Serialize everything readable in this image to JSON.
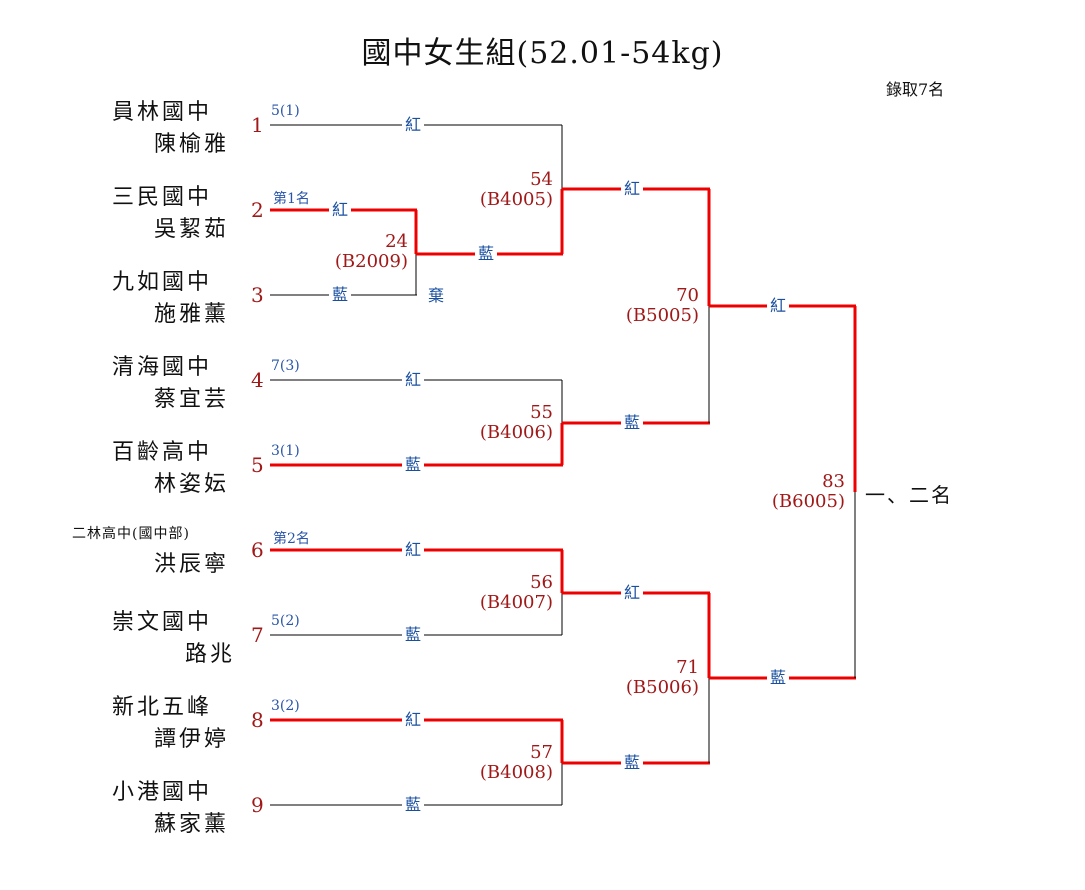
{
  "title": "國中女生組(52.01-54kg)",
  "note": "錄取7名",
  "competitors": [
    {
      "seed": "1",
      "school": "員林國中",
      "name": "陳榆雅",
      "result": "5(1)"
    },
    {
      "seed": "2",
      "school": "三民國中",
      "name": "吳絜茹",
      "result": "第1名"
    },
    {
      "seed": "3",
      "school": "九如國中",
      "name": "施雅薰",
      "result": ""
    },
    {
      "seed": "4",
      "school": "清海國中",
      "name": "蔡宜芸",
      "result": "7(3)"
    },
    {
      "seed": "5",
      "school": "百齡高中",
      "name": "林姿妘",
      "result": "3(1)"
    },
    {
      "seed": "6",
      "school": "二林高中(國中部)",
      "name": "洪辰寧",
      "result": "第2名"
    },
    {
      "seed": "7",
      "school": "崇文國中",
      "name": "路兆",
      "result": "5(2)"
    },
    {
      "seed": "8",
      "school": "新北五峰",
      "name": "譚伊婷",
      "result": "3(2)"
    },
    {
      "seed": "9",
      "school": "小港國中",
      "name": "蘇家薰",
      "result": ""
    }
  ],
  "corners": {
    "red": "紅",
    "blue": "藍",
    "forfeit": "棄"
  },
  "matches": [
    {
      "number": "24",
      "code": "(B2009)"
    },
    {
      "number": "54",
      "code": "(B4005)"
    },
    {
      "number": "55",
      "code": "(B4006)"
    },
    {
      "number": "56",
      "code": "(B4007)"
    },
    {
      "number": "57",
      "code": "(B4008)"
    },
    {
      "number": "70",
      "code": "(B5005)"
    },
    {
      "number": "71",
      "code": "(B5006)"
    },
    {
      "number": "83",
      "code": "(B6005)"
    }
  ],
  "final_label": "一、二名",
  "colors": {
    "winner_line": "#ee0000",
    "line": "#000000",
    "seed": "#a01818",
    "corner": "#1a4fa0",
    "result": "#2a55a8"
  }
}
